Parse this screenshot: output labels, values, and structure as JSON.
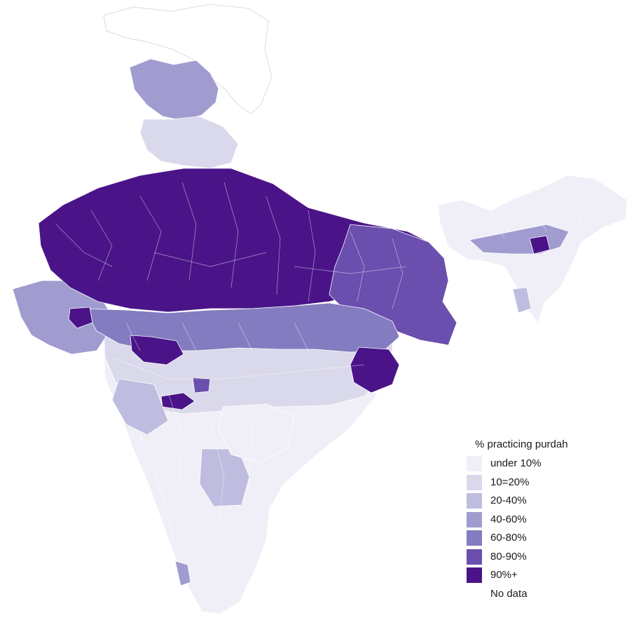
{
  "map": {
    "subject": "districts of India"
  },
  "legend": {
    "title": "% practicing purdah",
    "items": [
      {
        "label": "under 10%",
        "color": "#f0eff7"
      },
      {
        "label": "10=20%",
        "color": "#dad9ec"
      },
      {
        "label": "20-40%",
        "color": "#bebde0"
      },
      {
        "label": "40-60%",
        "color": "#a09ccf"
      },
      {
        "label": "60-80%",
        "color": "#847cc0"
      },
      {
        "label": "80-90%",
        "color": "#6a4fae"
      },
      {
        "label": "90%+",
        "color": "#4a1488"
      },
      {
        "label": "No data",
        "color": "#ffffff"
      }
    ]
  }
}
